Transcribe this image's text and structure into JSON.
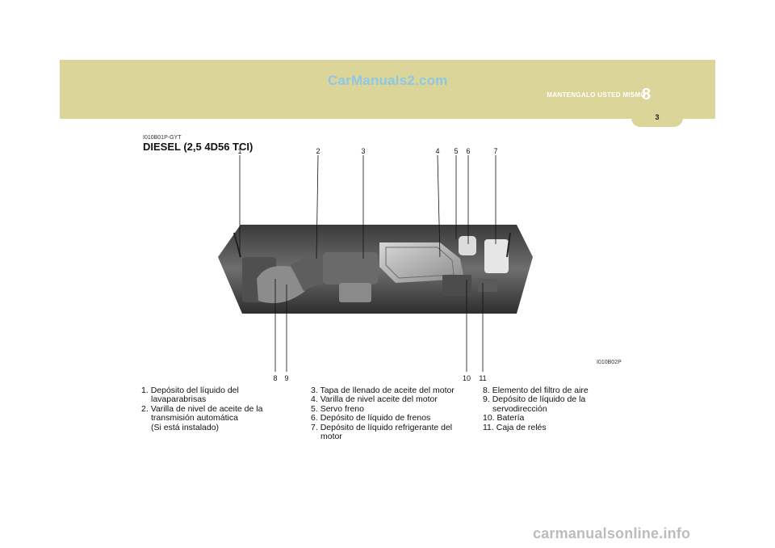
{
  "header": {
    "site_watermark": "CarManuals2.com",
    "section_title": "MANTENGALO USTED MISMO",
    "chapter_number": "8",
    "page_number": "3"
  },
  "figure": {
    "doc_code": "I010B01P-GYT",
    "title": "DIESEL (2,5 4D56 TCI)",
    "photo_code": "I010B02P",
    "callouts_top": [
      "1",
      "2",
      "3",
      "4",
      "5",
      "6",
      "7"
    ],
    "callouts_bottom": [
      "8",
      "9",
      "10",
      "11"
    ]
  },
  "legend": {
    "col1": [
      {
        "num": "1.",
        "lines": [
          "Depósito del líquido del",
          "lavaparabrisas"
        ]
      },
      {
        "num": "2.",
        "lines": [
          "Varilla de nivel de aceite de la",
          "transmisión automática",
          "(Si está instalado)"
        ]
      }
    ],
    "col2": [
      {
        "num": "3.",
        "lines": [
          "Tapa de llenado de aceite del motor"
        ]
      },
      {
        "num": "4.",
        "lines": [
          "Varilla de nivel aceite del motor"
        ]
      },
      {
        "num": "5.",
        "lines": [
          "Servo freno"
        ]
      },
      {
        "num": "6.",
        "lines": [
          "Depósito de líquido de frenos"
        ]
      },
      {
        "num": "7.",
        "lines": [
          "Depósito de líquido refrigerante del",
          "motor"
        ]
      }
    ],
    "col3": [
      {
        "num": "8.",
        "lines": [
          "Elemento del filtro de aire"
        ]
      },
      {
        "num": "9.",
        "lines": [
          "Depósito de líquido de la",
          "servodirección"
        ]
      },
      {
        "num": "10.",
        "lines": [
          "Batería"
        ]
      },
      {
        "num": "11.",
        "lines": [
          "Caja de relés"
        ]
      }
    ]
  },
  "footer": {
    "watermark": "carmanualsonline.info"
  }
}
